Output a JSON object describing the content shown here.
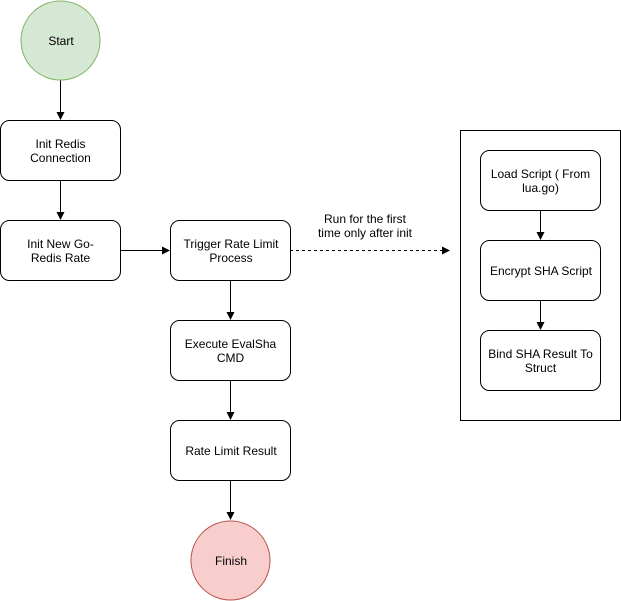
{
  "nodes": {
    "start": "Start",
    "init_redis": "Init Redis Connection",
    "init_go_redis": "Init New Go-Redis Rate",
    "trigger": "Trigger Rate Limit Process",
    "evalsha": "Execute EvalSha CMD",
    "result": "Rate Limit Result",
    "finish": "Finish",
    "load_script": "Load Script ( From lua.go)",
    "encrypt_sha": "Encrypt SHA Script",
    "bind_sha": "Bind SHA Result To Struct"
  },
  "edge_labels": {
    "first_run": "Run for the first time only after init"
  },
  "colors": {
    "start_fill": "#d5e8d4",
    "start_stroke": "#82b366",
    "finish_fill": "#f8cecc",
    "finish_stroke": "#b85450"
  }
}
